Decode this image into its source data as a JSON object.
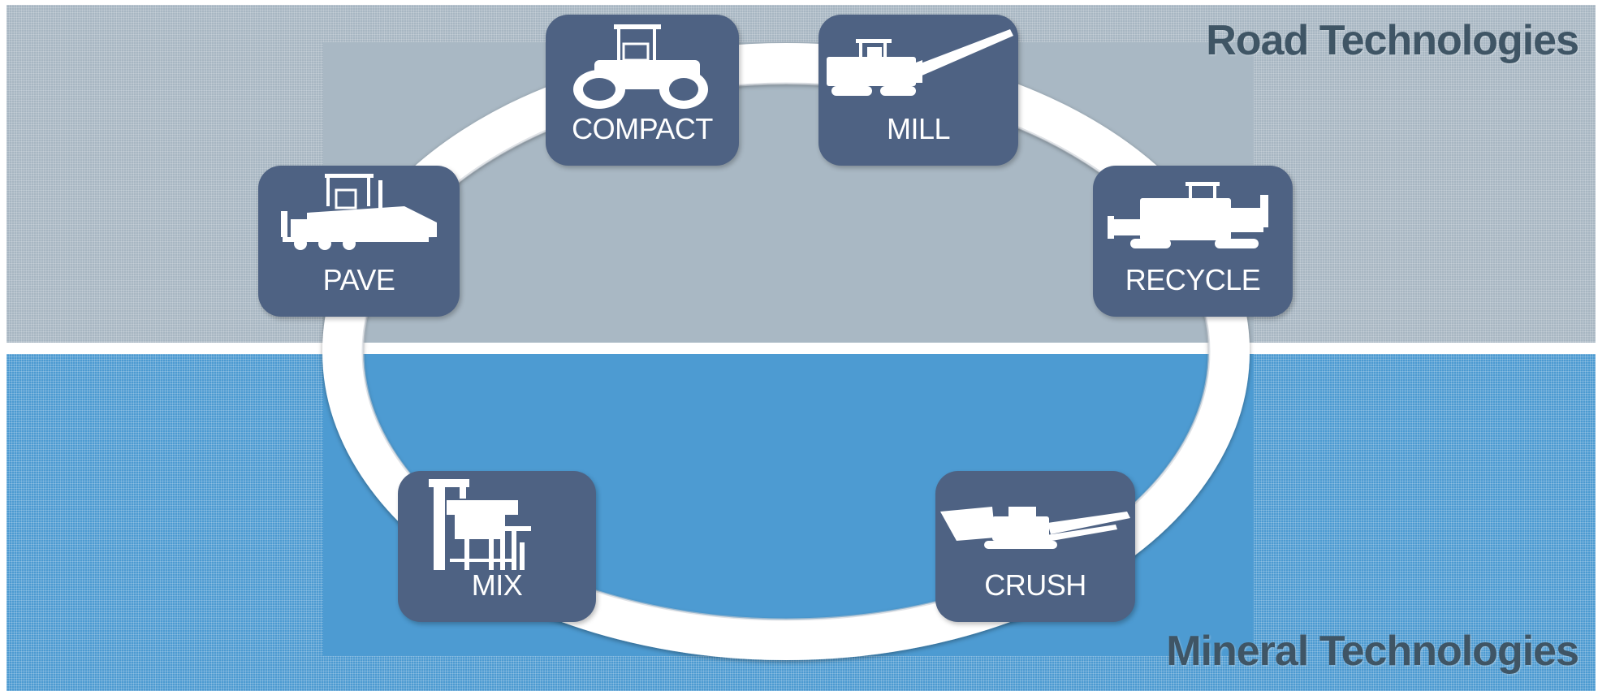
{
  "regions": {
    "top": {
      "title": "Road Technologies",
      "color": "#a7b6c2"
    },
    "bottom": {
      "title": "Mineral Technologies",
      "color": "#4c9ad1"
    }
  },
  "stages": [
    {
      "key": "compact",
      "label": "COMPACT",
      "icon": "roller-compactor-icon"
    },
    {
      "key": "mill",
      "label": "MILL",
      "icon": "cold-milling-machine-icon"
    },
    {
      "key": "pave",
      "label": "PAVE",
      "icon": "paver-icon"
    },
    {
      "key": "recycle",
      "label": "RECYCLE",
      "icon": "recycler-icon"
    },
    {
      "key": "mix",
      "label": "MIX",
      "icon": "mixing-plant-icon"
    },
    {
      "key": "crush",
      "label": "CRUSH",
      "icon": "mobile-crusher-icon"
    }
  ],
  "colors": {
    "tile": "#4e6283",
    "ring": "#ffffff",
    "title_text": "#3f5565"
  }
}
